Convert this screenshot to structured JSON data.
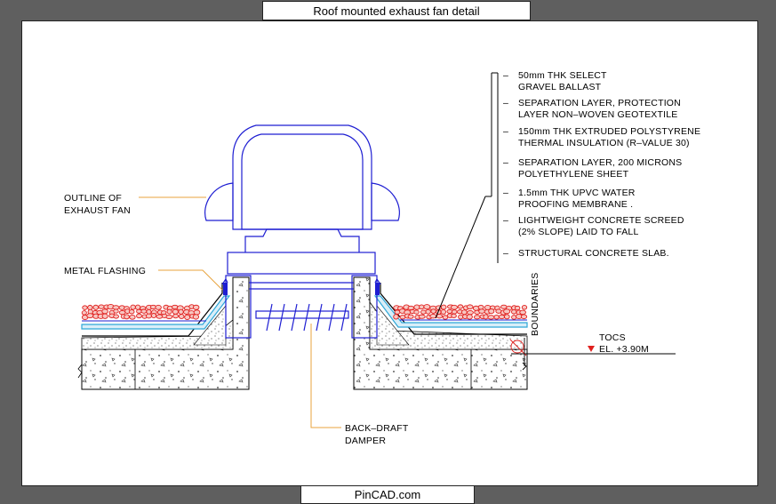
{
  "title": "Roof mounted exhaust fan detail",
  "footer": "PinCAD.com",
  "labels": {
    "fan_outline": [
      "OUTLINE OF",
      "EXHAUST FAN"
    ],
    "metal_flashing": "METAL FLASHING",
    "damper": [
      "BACK–DRAFT",
      "DAMPER"
    ],
    "boundaries": "BOUNDARIES",
    "tocs": "TOCS",
    "elevation": "EL. +3.90M"
  },
  "layers": [
    {
      "marker": "–",
      "lines": [
        "50mm THK SELECT",
        "GRAVEL BALLAST"
      ]
    },
    {
      "marker": "–",
      "lines": [
        "SEPARATION LAYER, PROTECTION",
        "LAYER NON–WOVEN GEOTEXTILE"
      ]
    },
    {
      "marker": "–",
      "lines": [
        "150mm THK EXTRUDED POLYSTYRENE",
        "THERMAL INSULATION (R–VALUE 30)"
      ]
    },
    {
      "marker": "–",
      "lines": [
        "SEPARATION LAYER, 200 MICRONS",
        "POLYETHYLENE SHEET"
      ]
    },
    {
      "marker": "–",
      "lines": [
        "1.5mm THK UPVC WATER",
        "PROOFING MEMBRANE ."
      ]
    },
    {
      "marker": "–",
      "lines": [
        "LIGHTWEIGHT CONCRETE SCREED",
        "(2% SLOPE) LAID TO FALL"
      ]
    },
    {
      "marker": "–",
      "lines": [
        "STRUCTURAL CONCRETE SLAB."
      ]
    }
  ],
  "colors": {
    "outline": "#1e1ed2",
    "leader": "#e8a33c",
    "gravel": "#e0201e",
    "insulation": "#2fa8d8",
    "membrane": "#000000"
  }
}
